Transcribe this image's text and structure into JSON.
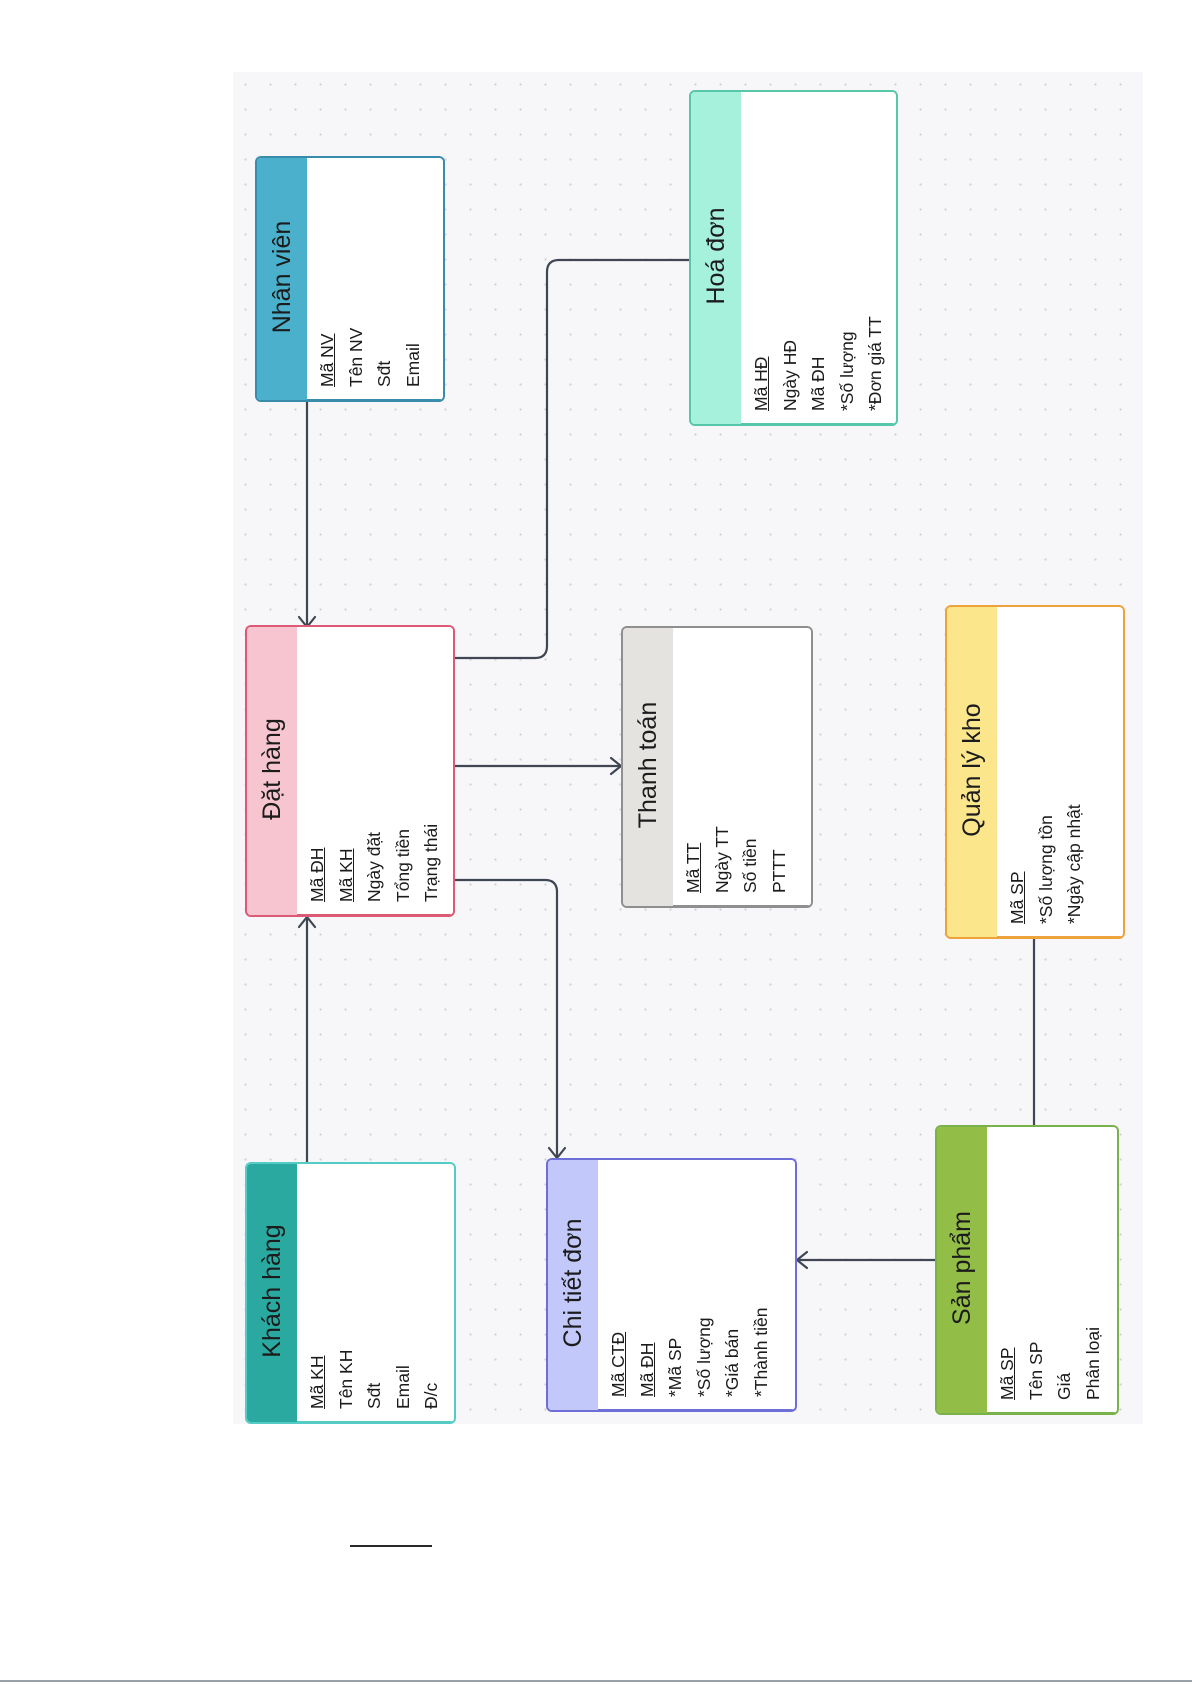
{
  "entities": {
    "nhan_vien": {
      "title": "Nhân viên",
      "color": "#4ab0cc",
      "border": "#3a8cac",
      "attributes": [
        {
          "text": "Mã NV",
          "key": true
        },
        {
          "text": "Tên NV",
          "key": false
        },
        {
          "text": "Sđt",
          "key": false
        },
        {
          "text": "Email",
          "key": false
        }
      ]
    },
    "hoa_don": {
      "title": "Hoá đơn",
      "color": "#a6f1dc",
      "border": "#56c7a8",
      "attributes": [
        {
          "text": "Mã HĐ",
          "key": true
        },
        {
          "text": "Ngày HĐ",
          "key": false
        },
        {
          "text": "Mã ĐH",
          "key": false
        },
        {
          "text": "*Số lượng",
          "key": false
        },
        {
          "text": "*Đơn giá TT",
          "key": false
        }
      ]
    },
    "dat_hang": {
      "title": "Đặt hàng",
      "color": "#f7c5cf",
      "border": "#dc5a76",
      "attributes": [
        {
          "text": "Mã ĐH",
          "key": true
        },
        {
          "text": "Mã KH",
          "key": true
        },
        {
          "text": "Ngày đặt",
          "key": false
        },
        {
          "text": "Tổng tiền",
          "key": false
        },
        {
          "text": "Trạng thái",
          "key": false
        }
      ]
    },
    "thanh_toan": {
      "title": "Thanh toán",
      "color": "#e4e3e0",
      "border": "#8f8f8f",
      "attributes": [
        {
          "text": "Mã TT",
          "key": true
        },
        {
          "text": "Ngày TT",
          "key": false
        },
        {
          "text": "Số tiền",
          "key": false
        },
        {
          "text": "PTTT",
          "key": false
        }
      ]
    },
    "quan_ly_kho": {
      "title": "Quản lý kho",
      "color": "#fbe68c",
      "border": "#eea23c",
      "attributes": [
        {
          "text": "Mã SP",
          "key": true
        },
        {
          "text": "*Số lượng tồn",
          "key": false
        },
        {
          "text": "*Ngày cập nhật",
          "key": false
        }
      ]
    },
    "khach_hang": {
      "title": "Khách hàng",
      "color": "#2aa9a0",
      "border": "#55cbc6",
      "attributes": [
        {
          "text": "Mã KH",
          "key": true
        },
        {
          "text": "Tên KH",
          "key": false
        },
        {
          "text": "Sđt",
          "key": false
        },
        {
          "text": "Email",
          "key": false
        },
        {
          "text": "Đ/c",
          "key": false
        }
      ]
    },
    "chi_tiet_don": {
      "title": "Chi tiết đơn",
      "color": "#c3c8fa",
      "border": "#6d6fd7",
      "attributes": [
        {
          "text": "Mã CTĐ",
          "key": true
        },
        {
          "text": "Mã ĐH",
          "key": true
        },
        {
          "text": "*Mã SP",
          "key": false
        },
        {
          "text": "*Số lượng",
          "key": false
        },
        {
          "text": "*Giá bán",
          "key": false
        },
        {
          "text": "*Thành tiền",
          "key": false
        }
      ]
    },
    "san_pham": {
      "title": "Sản phẩm",
      "color": "#92bd46",
      "border": "#79b24a",
      "attributes": [
        {
          "text": "Mã SP",
          "key": true
        },
        {
          "text": "Tên SP",
          "key": false
        },
        {
          "text": "Giá",
          "key": false
        },
        {
          "text": "Phân loại",
          "key": false
        }
      ]
    }
  },
  "relationships": [
    {
      "from": "nhan_vien",
      "to": "dat_hang",
      "crow_foot_at": "dat_hang"
    },
    {
      "from": "khach_hang",
      "to": "dat_hang",
      "crow_foot_at": "dat_hang"
    },
    {
      "from": "dat_hang",
      "to": "hoa_don",
      "crow_foot_at": "none"
    },
    {
      "from": "dat_hang",
      "to": "thanh_toan",
      "crow_foot_at": "thanh_toan"
    },
    {
      "from": "dat_hang",
      "to": "chi_tiet_don",
      "crow_foot_at": "chi_tiet_don"
    },
    {
      "from": "san_pham",
      "to": "chi_tiet_don",
      "crow_foot_at": "chi_tiet_don"
    },
    {
      "from": "quan_ly_kho",
      "to": "san_pham",
      "crow_foot_at": "none"
    }
  ],
  "style": {
    "canvas_bg": "#f7f7f9",
    "line_color": "#3f4654"
  }
}
